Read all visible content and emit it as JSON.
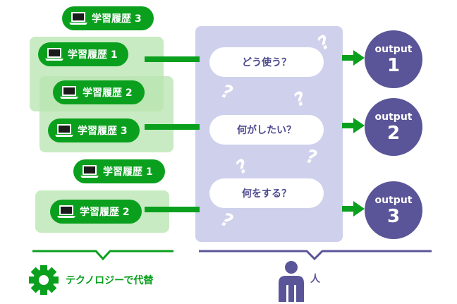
{
  "history_items": {
    "group1_outside": "学習履歴 3",
    "group1_a": "学習履歴 1",
    "group1_b": "学習履歴 2",
    "group1_c": "学習履歴 3",
    "group2_outside": "学習履歴 1",
    "group2_a": "学習履歴 2"
  },
  "questions": {
    "q1": "どう使う？",
    "q2": "何がしたい？",
    "q3": "何をする？"
  },
  "outputs": {
    "word": "output",
    "o1": "1",
    "o2": "2",
    "o3": "3"
  },
  "question_mark": "?",
  "footer": {
    "technology_label": "テクノロジーで代替",
    "human_label": "人"
  },
  "icons": {
    "laptop": "laptop-icon",
    "gear": "gear-icon",
    "person": "person-icon"
  },
  "colors": {
    "green": "#0aa01e",
    "light_green": "#c9ebc3",
    "purple": "#5a5598",
    "light_purple": "#cfd0ec"
  }
}
